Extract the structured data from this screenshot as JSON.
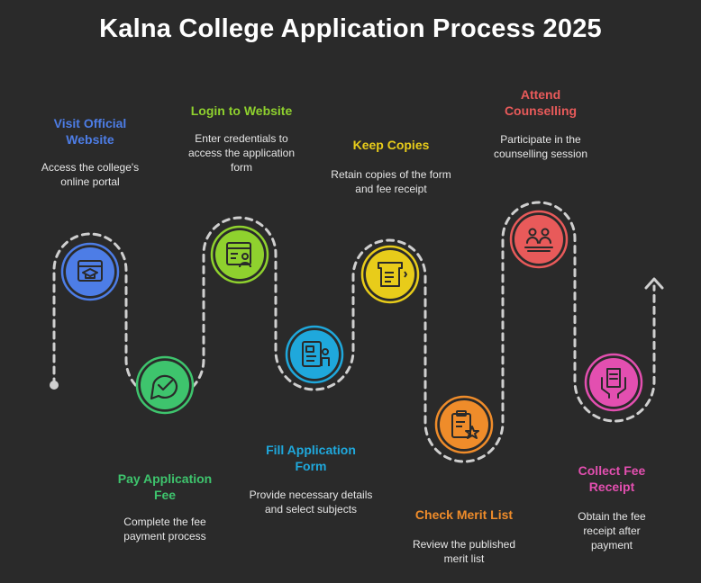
{
  "title": "Kalna College Application Process 2025",
  "colors": {
    "background": "#2a2a2a",
    "path": "#cfcfcf",
    "step1": "#4d7de6",
    "step2": "#3ec46d",
    "step3": "#8fd12e",
    "step4": "#1fa8dc",
    "step5": "#e8cc1a",
    "step6": "#ef8c2a",
    "step7": "#e85a5a",
    "step8": "#e34fb0"
  },
  "steps": [
    {
      "title": "Visit Official Website",
      "description": "Access the college's online portal",
      "icon": "website-education-icon"
    },
    {
      "title": "Pay Application Fee",
      "description": "Complete the fee payment process",
      "icon": "payment-check-icon"
    },
    {
      "title": "Login to Website",
      "description": "Enter credentials to access the application form",
      "icon": "login-user-icon"
    },
    {
      "title": "Fill Application Form",
      "description": "Provide necessary details and select subjects",
      "icon": "form-person-icon"
    },
    {
      "title": "Keep Copies",
      "description": "Retain copies of the form and fee receipt",
      "icon": "document-copies-icon"
    },
    {
      "title": "Check Merit List",
      "description": "Review the published merit list",
      "icon": "clipboard-star-icon"
    },
    {
      "title": "Attend Counselling",
      "description": "Participate in the counselling session",
      "icon": "counselling-people-icon"
    },
    {
      "title": "Collect Fee Receipt",
      "description": "Obtain the fee receipt after payment",
      "icon": "receipt-hands-icon"
    }
  ]
}
